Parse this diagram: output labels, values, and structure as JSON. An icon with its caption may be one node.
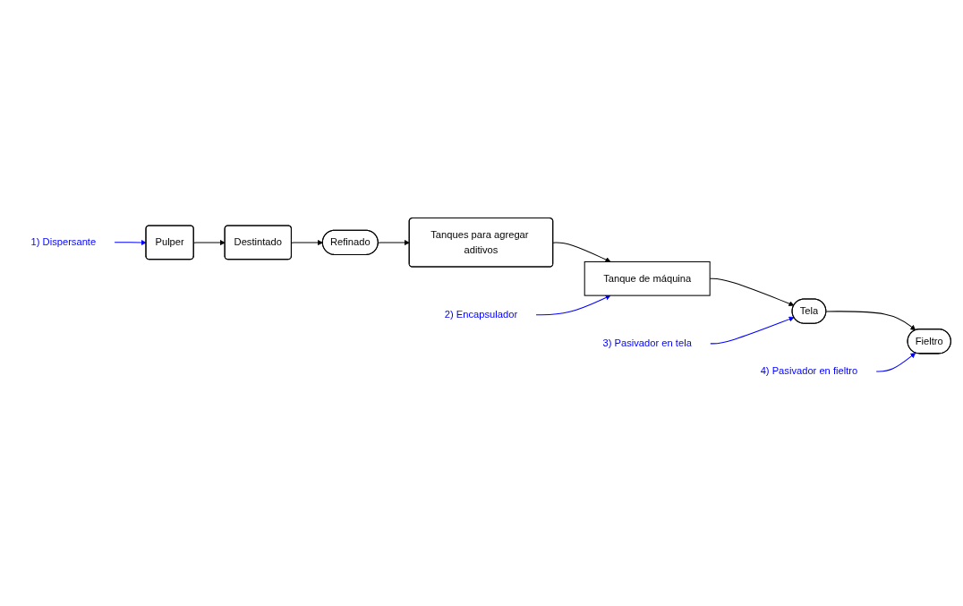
{
  "diagram": {
    "nodes": [
      {
        "text": [
          "1) Dispersante"
        ]
      },
      {
        "text": [
          "Pulper"
        ]
      },
      {
        "text": [
          "Destintado"
        ]
      },
      {
        "text": [
          "Refinado"
        ]
      },
      {
        "text": [
          "Tanques para agregar aditivos"
        ]
      },
      {
        "text": [
          "2) Encapsulador"
        ]
      },
      {
        "text": [
          "Tanque de máquina"
        ]
      },
      {
        "text": [
          "3) Pasivador en tela"
        ]
      },
      {
        "text": [
          "Tela"
        ]
      },
      {
        "text": [
          "4) Pasivador en fieltro"
        ]
      },
      {
        "text": [
          "Fieltro"
        ]
      }
    ],
    "edges": [
      {
        "from": 0,
        "to": 1,
        "arrow": "to",
        "color": "#0000ff"
      },
      {
        "from": 1,
        "to": 2,
        "arrow": "to"
      },
      {
        "from": 2,
        "to": 3,
        "arrow": "to"
      },
      {
        "from": 3,
        "to": 4,
        "arrow": "to"
      },
      {
        "from": 4,
        "to": 6,
        "arrow": "to"
      },
      {
        "from": 5,
        "to": 6,
        "arrow": "to",
        "color": "#0000ff"
      },
      {
        "from": 6,
        "to": 8,
        "arrow": "to"
      },
      {
        "from": 7,
        "to": 8,
        "arrow": "to",
        "color": "#0000ff"
      },
      {
        "from": 8,
        "to": 10,
        "arrow": "to"
      },
      {
        "from": 9,
        "to": 10,
        "arrow": "to",
        "color": "#0000ff"
      }
    ]
  }
}
